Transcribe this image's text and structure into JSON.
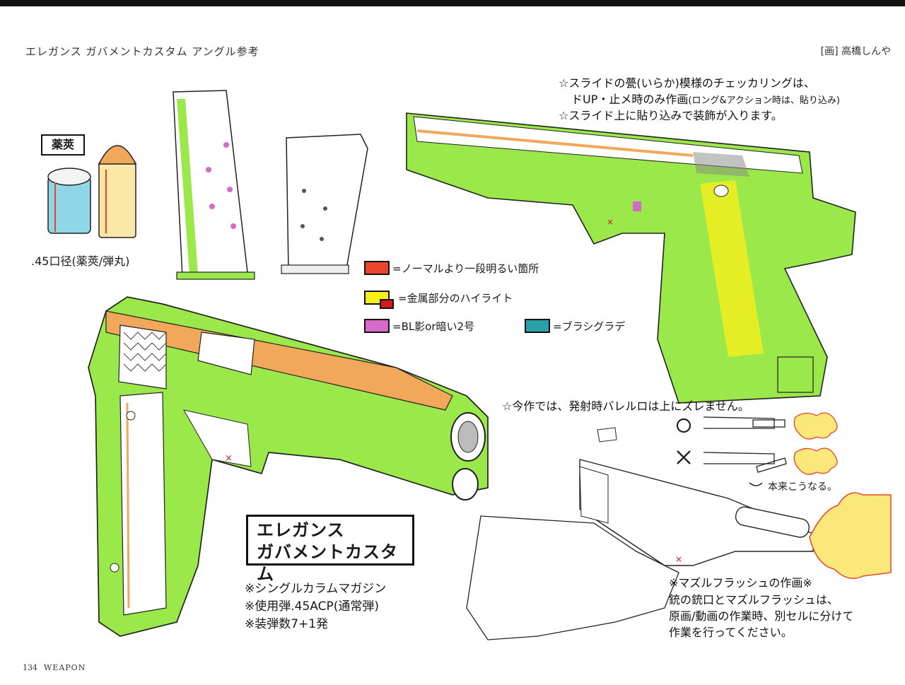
{
  "header": {
    "title": "エレガンス ガバメントカスタム アングル参考",
    "credit": "[画] 高橋しんや"
  },
  "casing": {
    "label": "薬莢",
    "caliber": ".45口径(薬莢/弾丸)"
  },
  "notes_top": {
    "line1": "☆スライドの甍(いらか)模様のチェッカリングは、",
    "line2_main": "ドUP・止メ時のみ作画",
    "line2_small": "(ロング&アクション時は、貼り込み)",
    "line3": "☆スライド上に貼り込みで装飾が入ります。"
  },
  "legend": [
    {
      "text": "=ノーマルより一段明るい箇所",
      "color": "#e8452a"
    },
    {
      "text": "=金属部分のハイライト",
      "color": "#f7ee1c",
      "inner": "#d11a1a"
    },
    {
      "text": "=BL影or暗い2号",
      "color": "#d66ac8"
    },
    {
      "text": "=ブラシグラデ",
      "color": "#2aa0a8"
    }
  ],
  "barrel_note": {
    "line": "☆今作では、発射時バレルロは上にズレません。",
    "ok": "○",
    "ng": "×",
    "actual": "本来こうなる。"
  },
  "title_box": {
    "line1": "エレガンス",
    "line2": "ガバメントカスタム"
  },
  "specs": [
    "※シングルカラムマガジン",
    "※使用弾.45ACP(通常弾)",
    "※装弾数7+1発"
  ],
  "muzzle_note": [
    "※マズルフラッシュの作画※",
    "銃の銃口とマズルフラッシュは、",
    "原画/動画の作業時、別セルに分けて",
    "作業を行ってください。"
  ],
  "footer": {
    "page": "134",
    "section": "WEAPON"
  },
  "colors": {
    "gun_green": "#9be84a",
    "highlight_orange": "#f2a85a",
    "accent_red": "#e8452a",
    "flash_yellow": "#fbe87a",
    "cyan_shadow": "#8fd6e6"
  }
}
